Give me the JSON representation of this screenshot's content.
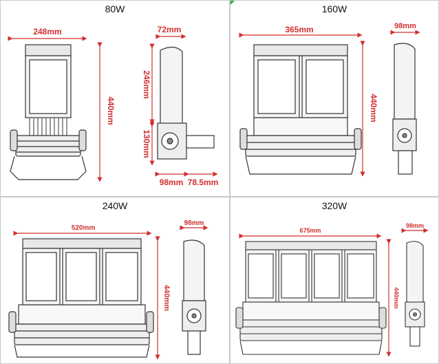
{
  "panels": [
    {
      "title": "80W",
      "width_label": "248mm",
      "height_label": "440mm",
      "side_width_label": "72mm",
      "side_upper_label": "246mm",
      "side_lower_label": "130mm",
      "side_bottom_left_label": "98mm",
      "side_bottom_right_label": "78.5mm",
      "modules": 1
    },
    {
      "title": "160W",
      "width_label": "365mm",
      "height_label": "440mm",
      "side_width_label": "98mm",
      "modules": 2
    },
    {
      "title": "240W",
      "width_label": "520mm",
      "height_label": "440mm",
      "side_width_label": "98mm",
      "modules": 3
    },
    {
      "title": "320W",
      "width_label": "675mm",
      "height_label": "440mm",
      "side_width_label": "98mm",
      "modules": 4
    }
  ],
  "colors": {
    "dimension": "#d32f2f",
    "outline": "#333333",
    "border": "#c8c8c8",
    "corner": "#2aa84a"
  }
}
